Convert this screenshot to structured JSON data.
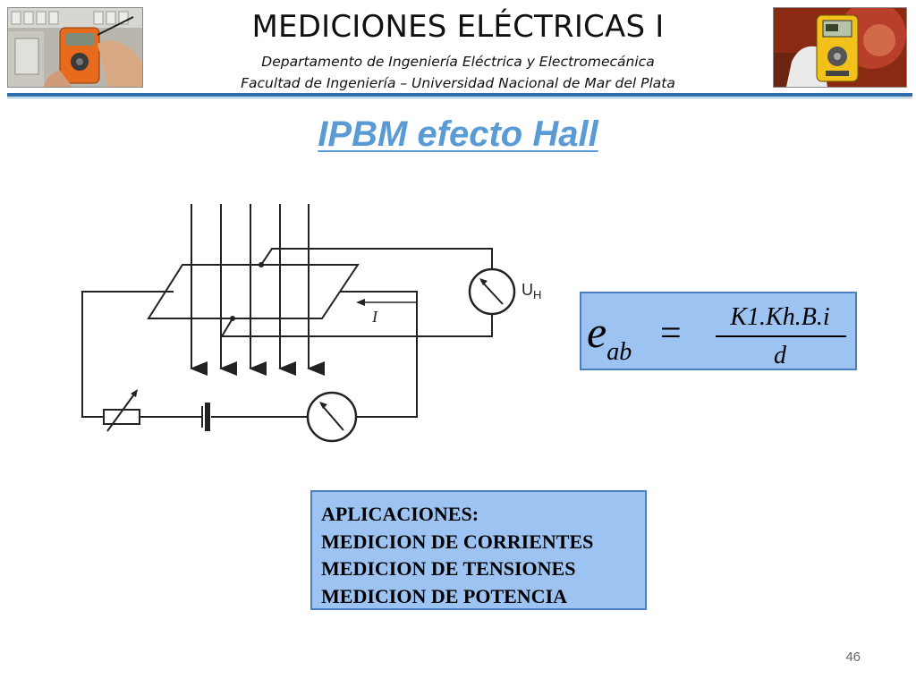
{
  "header": {
    "title": "MEDICIONES ELÉCTRICAS I",
    "subtitle_1": "Departamento de Ingeniería Eléctrica y Electromecánica",
    "subtitle_2": "Facultad de Ingeniería – Universidad Nacional de Mar del Plata"
  },
  "slide": {
    "title": "IPBM efecto Hall",
    "page_number": "46"
  },
  "diagram": {
    "voltage_label": "U",
    "voltage_subscript": "H",
    "current_label": "I"
  },
  "formula": {
    "lhs": "e",
    "lhs_subscript": "ab",
    "equals": "=",
    "numerator": "K1.Kh.B.i",
    "denominator": "d"
  },
  "applications": {
    "heading": "APLICACIONES:",
    "items": [
      "MEDICION DE CORRIENTES",
      "MEDICION DE TENSIONES",
      "MEDICION DE POTENCIA"
    ]
  },
  "colors": {
    "accent_rule": "#2e6fb0",
    "slide_title": "#5b9bd5",
    "box_fill": "#9dc3f3",
    "box_border": "#4a7ec0"
  }
}
